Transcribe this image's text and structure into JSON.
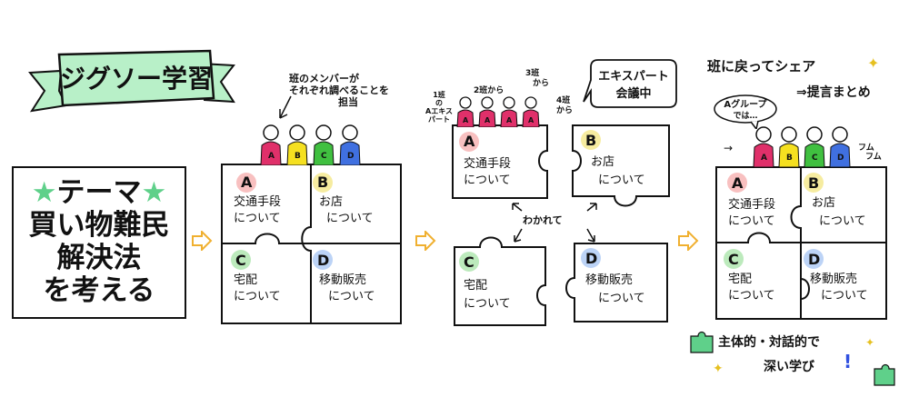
{
  "title": "ジグソー学習",
  "theme": {
    "star": "★",
    "lines": [
      "テーマ",
      "買い物難民",
      "解決法",
      "を考える"
    ]
  },
  "pieces": {
    "A": {
      "letter": "A",
      "text": [
        "交通手段",
        "について"
      ],
      "color": "#f28c8c"
    },
    "B": {
      "letter": "B",
      "text": [
        "お店",
        "について"
      ],
      "color": "#f0e060"
    },
    "C": {
      "letter": "C",
      "text": [
        "宅配",
        "について"
      ],
      "color": "#8fdc8f"
    },
    "D": {
      "letter": "D",
      "text": [
        "移動販売",
        "について"
      ],
      "color": "#8fb5f0"
    }
  },
  "notes": {
    "members": [
      "班のメンバーが",
      "それぞれ調べることを",
      "担当"
    ],
    "han1": [
      "1班",
      "の",
      "Aエキス",
      "パート"
    ],
    "han2": "2班から",
    "han3": [
      "3班",
      "から"
    ],
    "han4": [
      "4班",
      "から"
    ],
    "expert_meeting": [
      "エキスパート",
      "会議中"
    ],
    "split": "わかれて",
    "return_share": "班に戻ってシェア",
    "proposal": "⇒提言まとめ",
    "a_group": [
      "Aグループ",
      "では…"
    ],
    "fumufumu": [
      "フム",
      "フム"
    ],
    "conclusion": [
      "主体的・対話的で",
      "深い学び"
    ],
    "exclaim": "!"
  },
  "colors": {
    "title_banner": "#b8f0c8",
    "arrow": "#f0b030",
    "star": "#5fd08a",
    "student_a": "#e0306a",
    "student_b": "#f5e020",
    "student_c": "#40c040",
    "student_d": "#4070e0"
  }
}
